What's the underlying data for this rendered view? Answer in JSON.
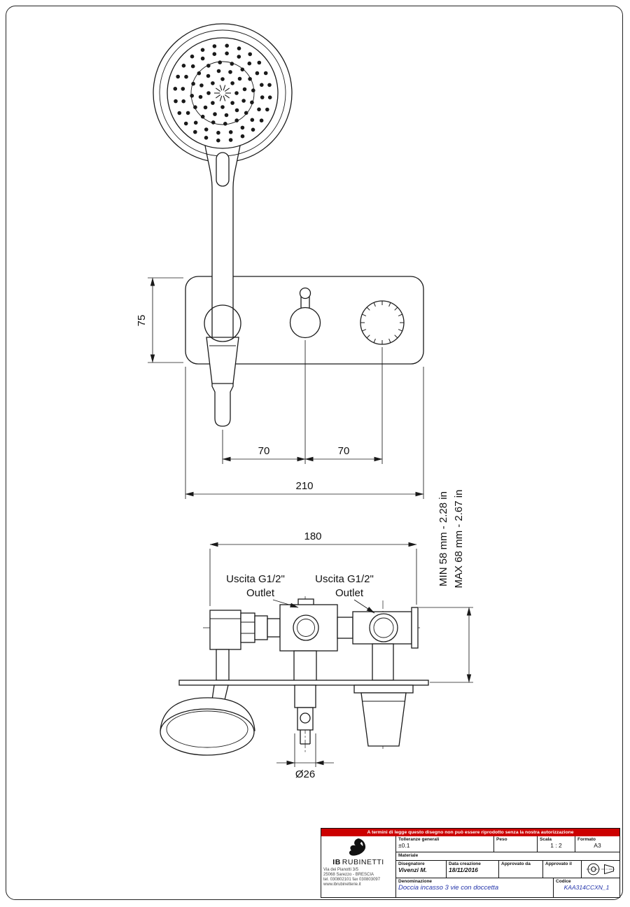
{
  "top_view": {
    "dim_75": "75",
    "dim_70_left": "70",
    "dim_70_right": "70",
    "dim_210": "210"
  },
  "bottom_view": {
    "dim_180": "180",
    "outlet_left_line1": "Uscita G1/2\"",
    "outlet_left_line2": "Outlet",
    "outlet_right_line1": "Uscita G1/2\"",
    "outlet_right_line2": "Outlet",
    "min_label": "MIN 58 mm - 2.28 in",
    "max_label": "MAX 68 mm - 2.67 in",
    "dim_diameter": "Ø26"
  },
  "title_block": {
    "warning": "A termini di legge questo disegno non può essere riprodotto senza la nostra autorizzazione",
    "logo": {
      "ib": "IB",
      "rubinetti": "RUBINETTI",
      "address1": "Via dei Pianotti 3/5",
      "address2": "25068 Sarezzo - BRESCIA",
      "address3": "tel. 030802101 fax 030803097",
      "address4": "www.ibrubinetterie.it"
    },
    "tolleranze_label": "Tolleranze generali",
    "tolleranze_value": "±0.1",
    "peso_label": "Peso",
    "scala_label": "Scala",
    "scala_value": "1 : 2",
    "formato_label": "Formato",
    "formato_value": "A3",
    "materiale_label": "Materiale",
    "disegnatore_label": "Disegnatore",
    "disegnatore_value": "Vivenzi M.",
    "data_creazione_label": "Data creazione",
    "data_creazione_value": "18/11/2016",
    "approvato_da_label": "Approvato da",
    "approvato_il_label": "Approvato il",
    "denominazione_label": "Denominazione",
    "denominazione_value": "Doccia incasso 3 vie con doccetta",
    "codice_label": "Codice",
    "codice_value": "KAA314CCXN_1"
  },
  "colors": {
    "warning_bg": "#cc0000",
    "warning_text": "#ffffff",
    "value_blue": "#2233aa",
    "line": "#1a1a1a"
  }
}
